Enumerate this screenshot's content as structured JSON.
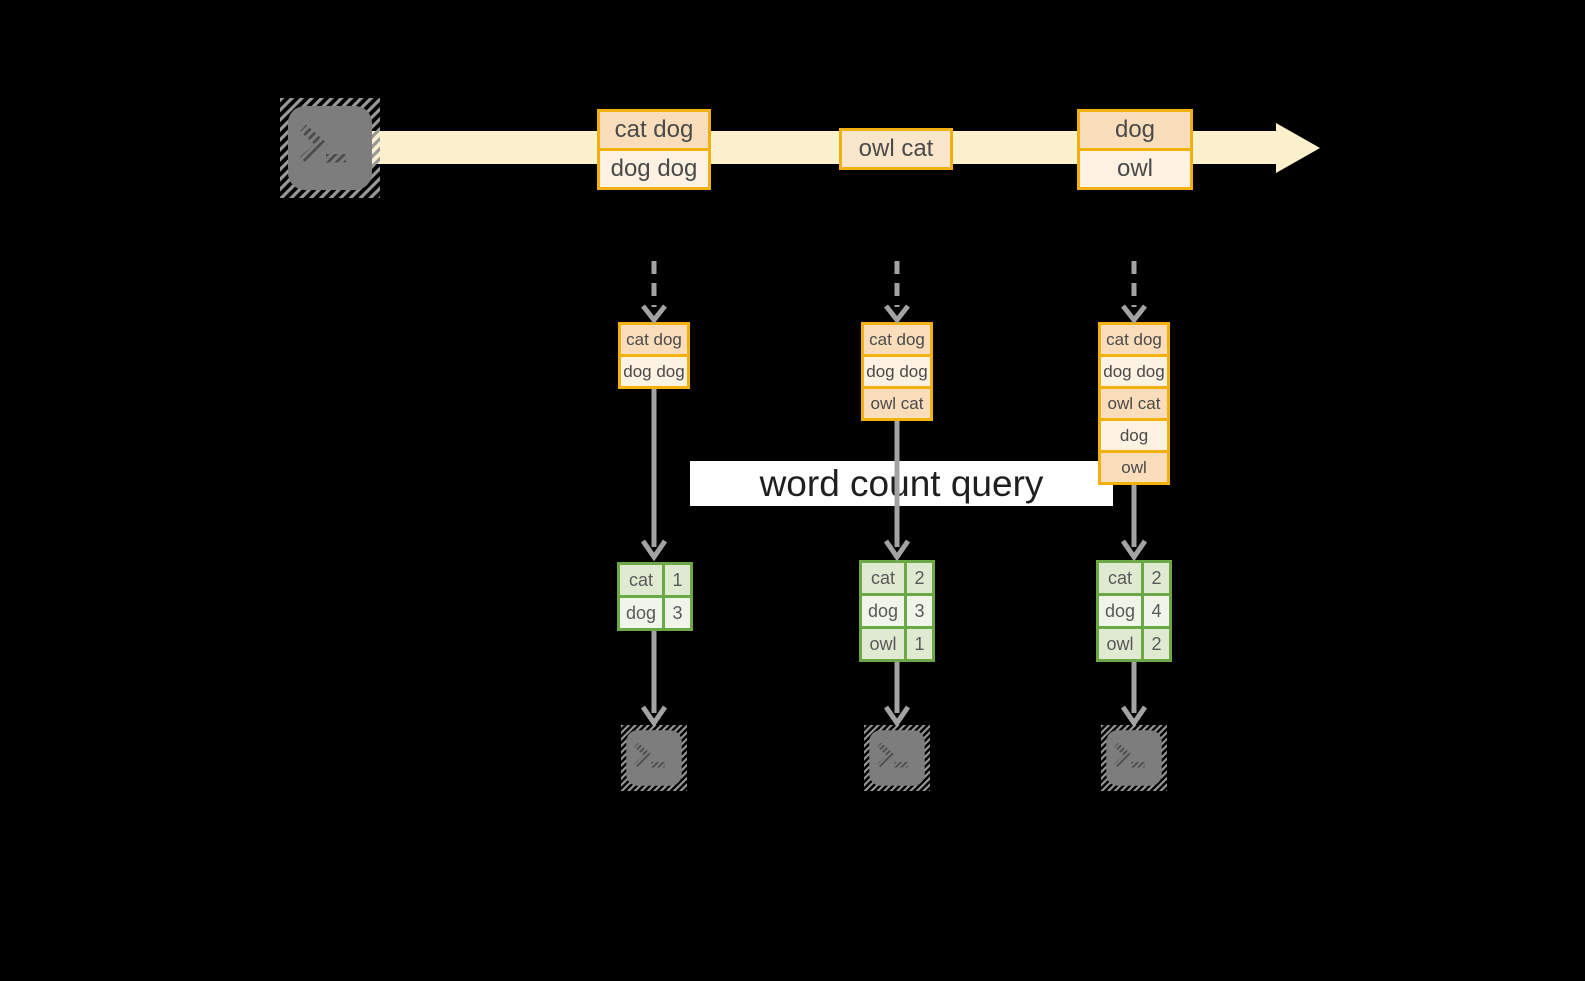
{
  "query_label": "word count query",
  "stream": {
    "source_icon": "terminal-icon",
    "messages": [
      {
        "lines": [
          "cat dog",
          "dog dog"
        ]
      },
      {
        "lines": [
          "owl cat"
        ]
      },
      {
        "lines": [
          "dog",
          "owl"
        ]
      }
    ]
  },
  "columns": [
    {
      "buffer": [
        "cat dog",
        "dog dog"
      ],
      "counts": [
        {
          "word": "cat",
          "count": 1
        },
        {
          "word": "dog",
          "count": 3
        }
      ],
      "sink_icon": "terminal-icon"
    },
    {
      "buffer": [
        "cat dog",
        "dog dog",
        "owl cat"
      ],
      "counts": [
        {
          "word": "cat",
          "count": 2
        },
        {
          "word": "dog",
          "count": 3
        },
        {
          "word": "owl",
          "count": 1
        }
      ],
      "sink_icon": "terminal-icon"
    },
    {
      "buffer": [
        "cat dog",
        "dog dog",
        "owl cat",
        "dog",
        "owl"
      ],
      "counts": [
        {
          "word": "cat",
          "count": 2
        },
        {
          "word": "dog",
          "count": 4
        },
        {
          "word": "owl",
          "count": 2
        }
      ],
      "sink_icon": "terminal-icon"
    }
  ],
  "colors": {
    "amber_border": "#F2B10E",
    "peach_fill": "#FADDBB",
    "cream_fill": "#FDF1E2",
    "single_cell_fill": "#FAE6CB",
    "stream_band": "#FCF1CC",
    "green_border": "#6CA846",
    "green_fill_dark": "#E0EAD0",
    "green_fill_light": "#F0F5EA",
    "arrow_gray": "#A3A3A3",
    "terminal_gray": "#7D7D7D",
    "background": "#000000"
  }
}
